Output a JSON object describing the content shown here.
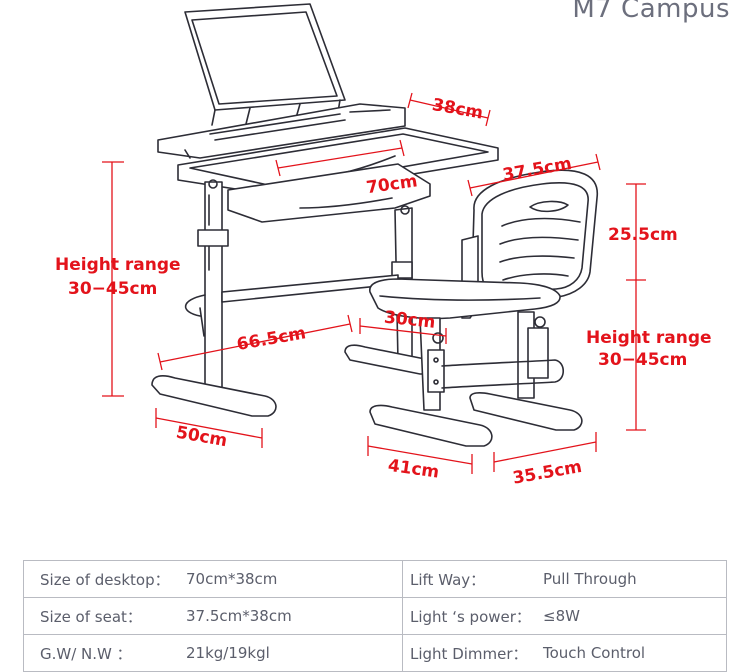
{
  "title": "M7 Campus",
  "dimensions": {
    "book_stand_depth": "38cm",
    "desk_width": "70cm",
    "seat_depth_top": "37.5cm",
    "backrest_height": "25.5cm",
    "desk_height_range_label": "Height range",
    "desk_height_range_value": "30−45cm",
    "chair_height_range_label": "Height range",
    "chair_height_range_value": "30−45cm",
    "desk_base_depth": "66.5cm",
    "seat_width": "30cm",
    "desk_foot_width": "50cm",
    "chair_foot_width": "41cm",
    "chair_foot_depth": "35.5cm"
  },
  "specs": [
    {
      "label": "Size of desktop：",
      "value": "70cm*38cm",
      "label2": "Lift Way：",
      "value2": "Pull Through"
    },
    {
      "label": "Size of seat：",
      "value": "37.5cm*38cm",
      "label2": "Light ‘s power：",
      "value2": "≤8W"
    },
    {
      "label": "G.W/ N.W ：",
      "value": "21kg/19kgl",
      "label2": "Light Dimmer：",
      "value2": "Touch Control"
    }
  ],
  "colors": {
    "dimension": "#e3131b",
    "title": "#6c6f7d",
    "line_art": "#2d2d36",
    "table_border": "#b9bbc2"
  }
}
